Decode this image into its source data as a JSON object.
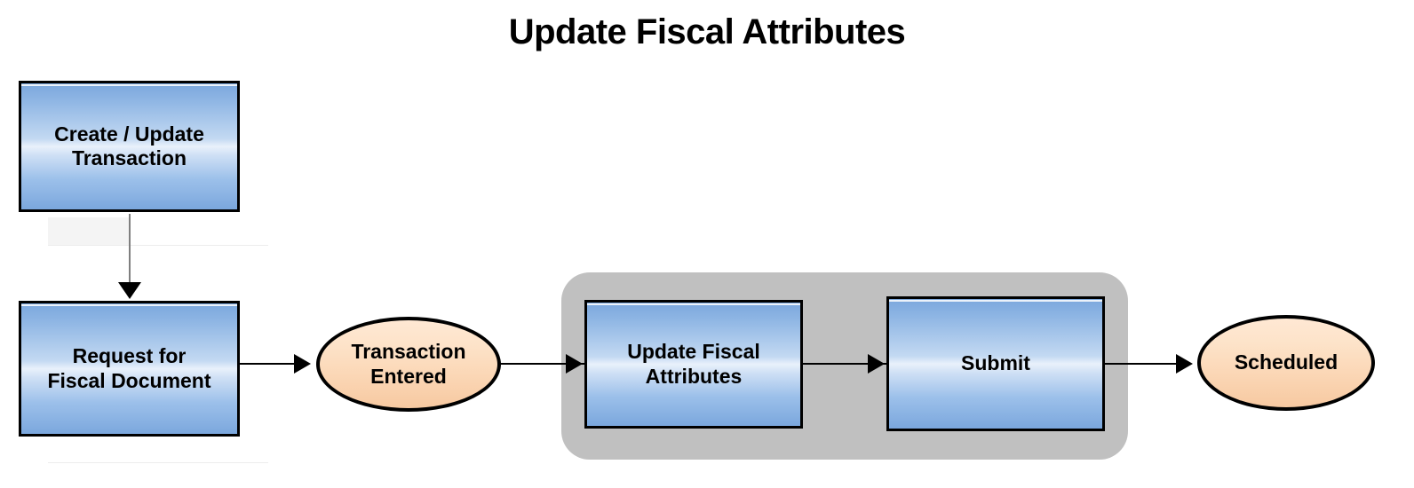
{
  "title": "Update Fiscal Attributes",
  "colors": {
    "box_fill_top": "#7ba7dd",
    "box_fill_mid": "#e9f1fb",
    "box_border": "#000000",
    "ellipse_fill_top": "#ffe8d4",
    "ellipse_fill_bottom": "#f7c9a1",
    "ellipse_border": "#000000",
    "group_background": "#c0c0c0",
    "connector": "#000000",
    "connector_vertical": "#7f7f7f",
    "canvas_background": "#ffffff"
  },
  "nodes": {
    "create_update_transaction": {
      "label": "Create / Update\nTransaction",
      "type": "process"
    },
    "request_fiscal_document": {
      "label": "Request for\nFiscal Document",
      "type": "process"
    },
    "transaction_entered": {
      "label": "Transaction\nEntered",
      "type": "event"
    },
    "update_fiscal_attributes": {
      "label": "Update Fiscal\nAttributes",
      "type": "process"
    },
    "submit": {
      "label": "Submit",
      "type": "process"
    },
    "scheduled": {
      "label": "Scheduled",
      "type": "event"
    }
  },
  "group": {
    "label": "",
    "contains": [
      "update_fiscal_attributes",
      "submit"
    ]
  },
  "connectors": [
    {
      "from": "create_update_transaction",
      "to": "request_fiscal_document",
      "direction": "down"
    },
    {
      "from": "request_fiscal_document",
      "to": "transaction_entered",
      "direction": "right"
    },
    {
      "from": "transaction_entered",
      "to": "update_fiscal_attributes",
      "direction": "right"
    },
    {
      "from": "update_fiscal_attributes",
      "to": "submit",
      "direction": "right"
    },
    {
      "from": "submit",
      "to": "scheduled",
      "direction": "right"
    }
  ]
}
